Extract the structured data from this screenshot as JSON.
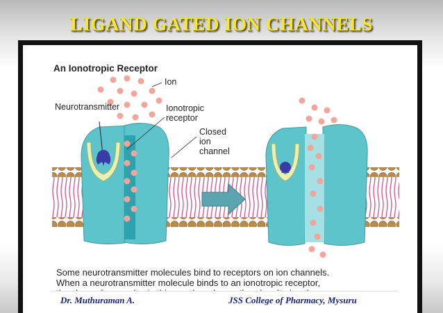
{
  "slide": {
    "title": "LIGAND GATED ION CHANNELS"
  },
  "figure": {
    "heading": "An Ionotropic Receptor",
    "labels": {
      "ion": "Ion",
      "neurotransmitter": "Neurotransmitter",
      "ionotropic_receptor_line1": "Ionotropic",
      "ionotropic_receptor_line2": "receptor",
      "closed_line1": "Closed",
      "closed_line2": "ion",
      "closed_line3": "channel"
    }
  },
  "caption": {
    "line1": "Some neurotransmitter molecules bind to receptors on ion channels.",
    "line2": "When a neurotransmitter molecule binds to an ionotropic receptor,",
    "line3": "the channel opens (as in this case) or closes, thereby altering the"
  },
  "footer": {
    "author": "Dr. Muthuraman A.",
    "institution": "JSS College of Pharmacy, Mysuru"
  },
  "colors": {
    "title_text": "#f5e53a",
    "channel": "#5ec4cc",
    "ion": "#f2a59a",
    "lipid_head": "#b98a4a",
    "lipid_tail": "#d94f86",
    "neurotransmitter": "#3a3aa8",
    "arrow": "#5aa5b0"
  }
}
